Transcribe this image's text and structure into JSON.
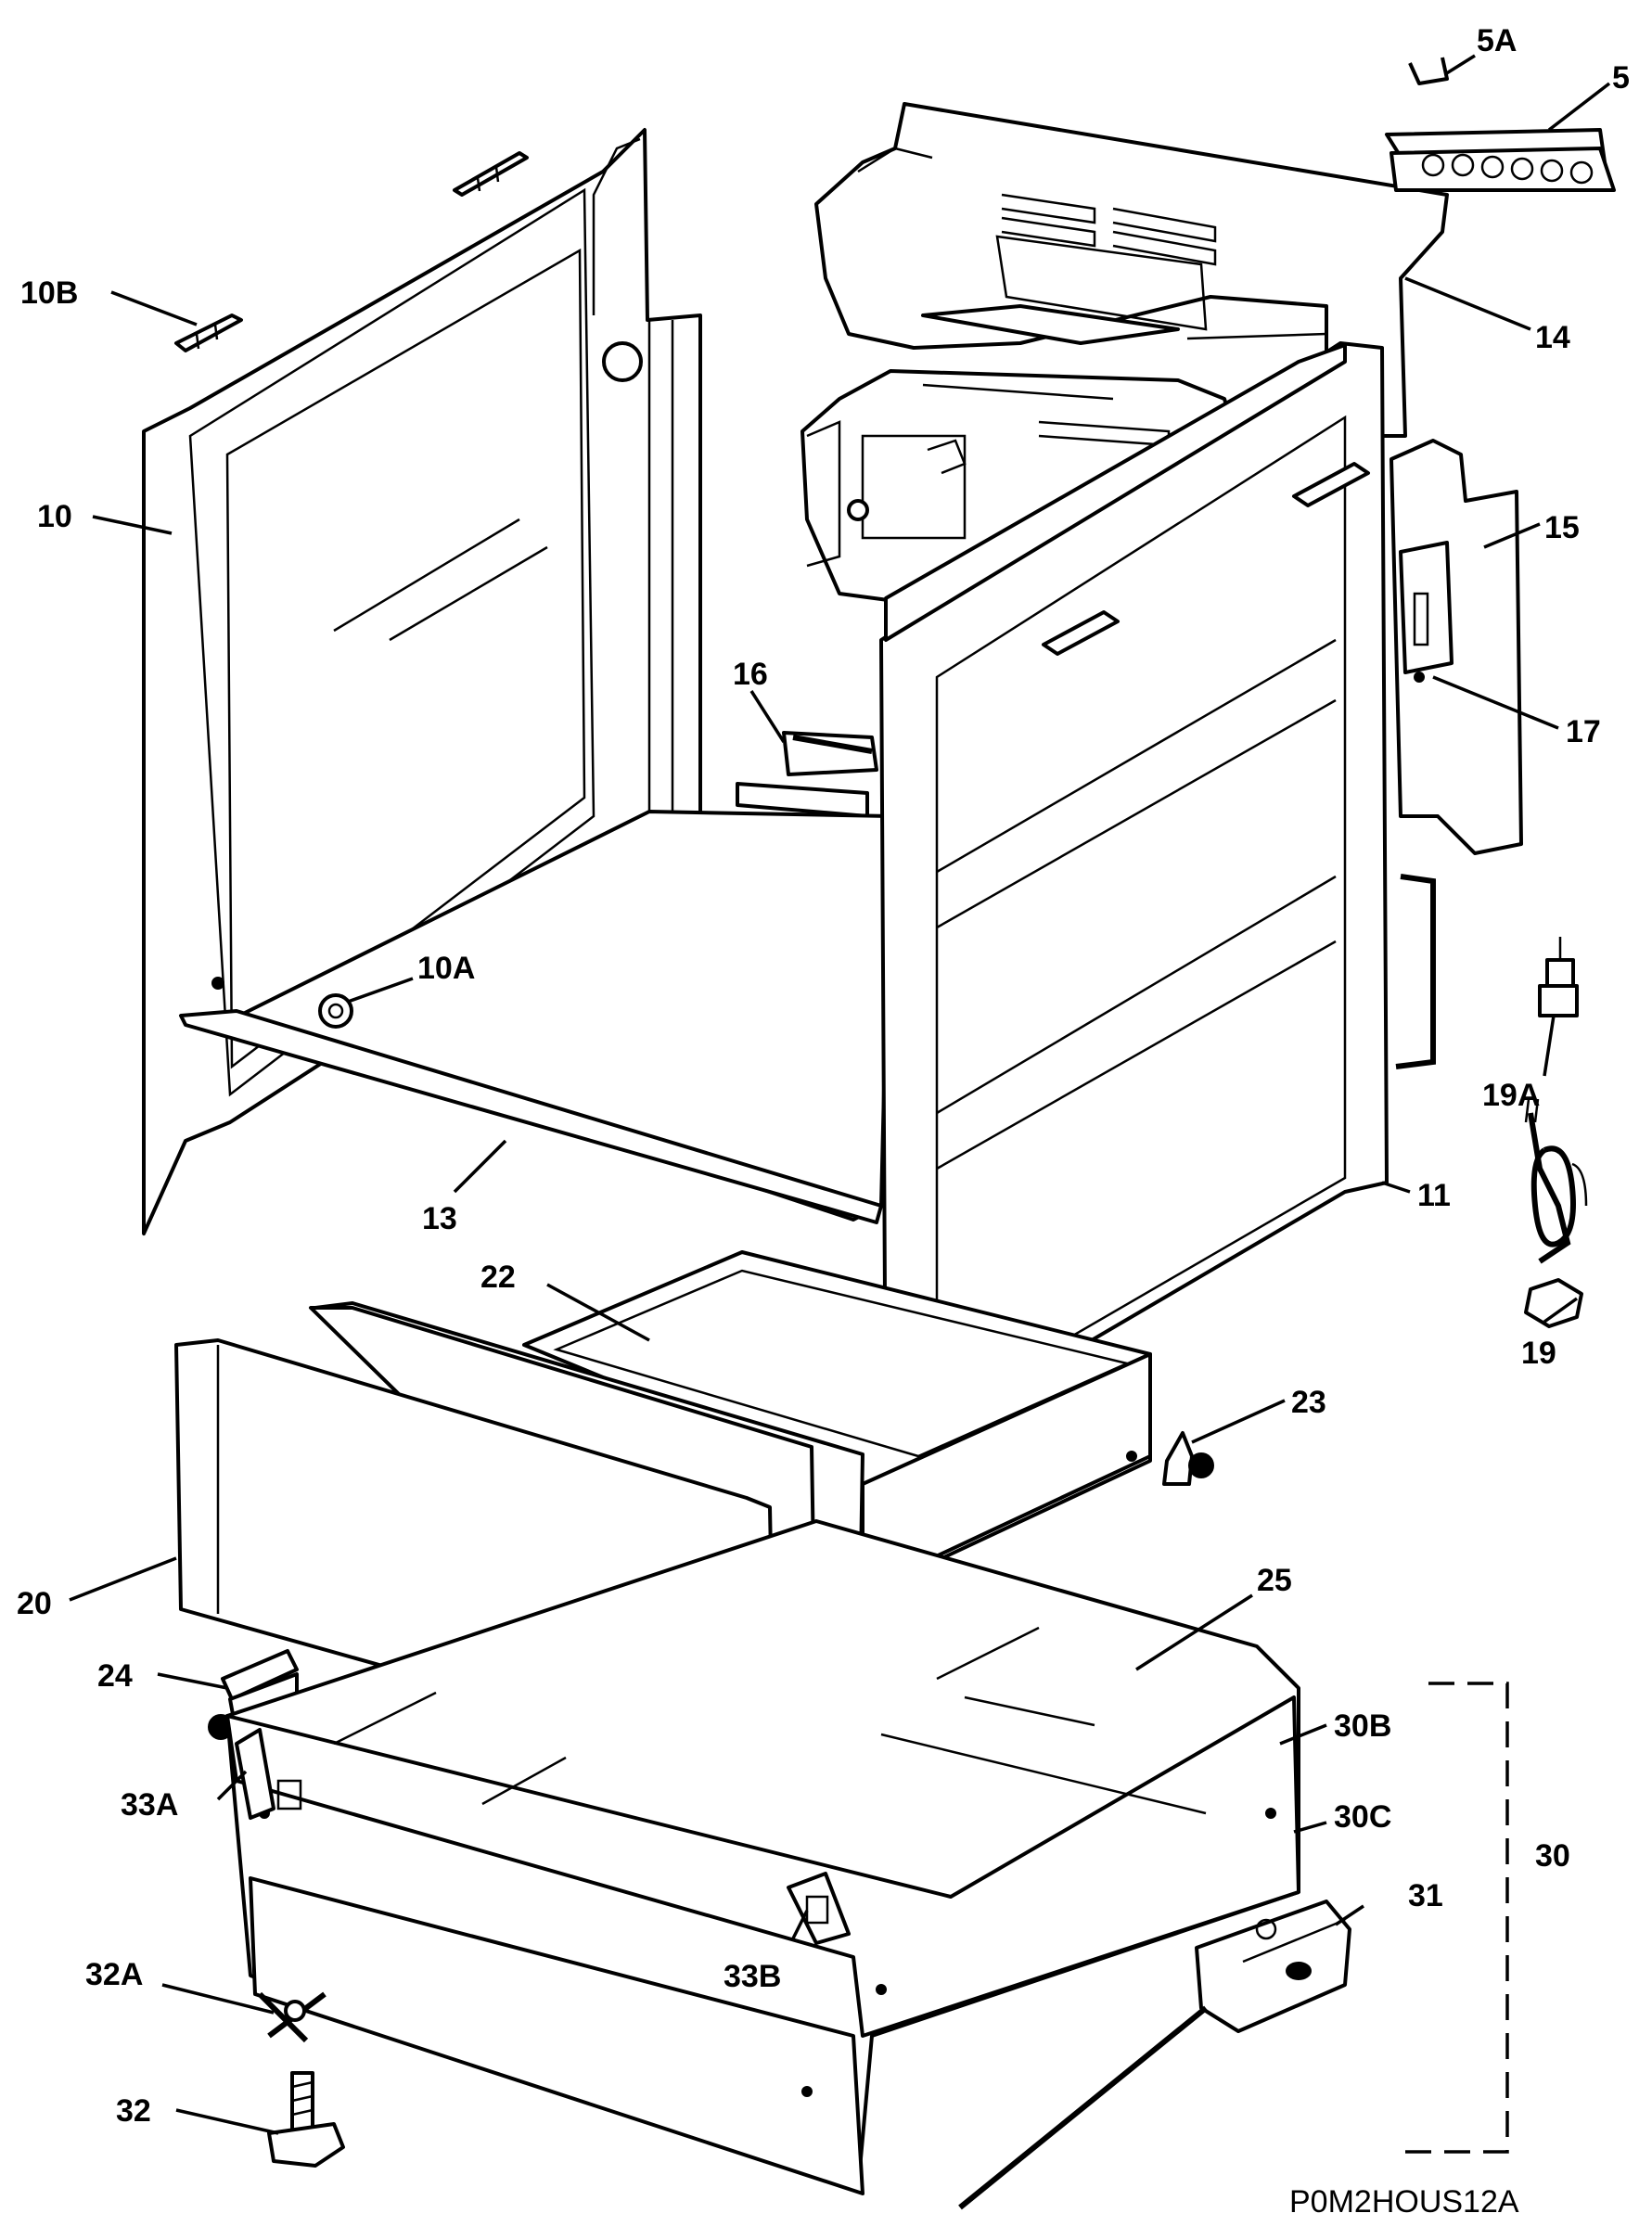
{
  "diagram": {
    "drawing_code": "P0M2HOUS12A",
    "callouts": {
      "c5A": "5A",
      "c5": "5",
      "c10B": "10B",
      "c14": "14",
      "c10": "10",
      "c15": "15",
      "c16": "16",
      "c17": "17",
      "c10A": "10A",
      "c19A": "19A",
      "c13": "13",
      "c11": "11",
      "c22": "22",
      "c19": "19",
      "c23": "23",
      "c20": "20",
      "c25": "25",
      "c24": "24",
      "c30B": "30B",
      "c33A": "33A",
      "c30C": "30C",
      "c30": "30",
      "c31": "31",
      "c32A": "32A",
      "c33B": "33B",
      "c32": "32"
    }
  }
}
